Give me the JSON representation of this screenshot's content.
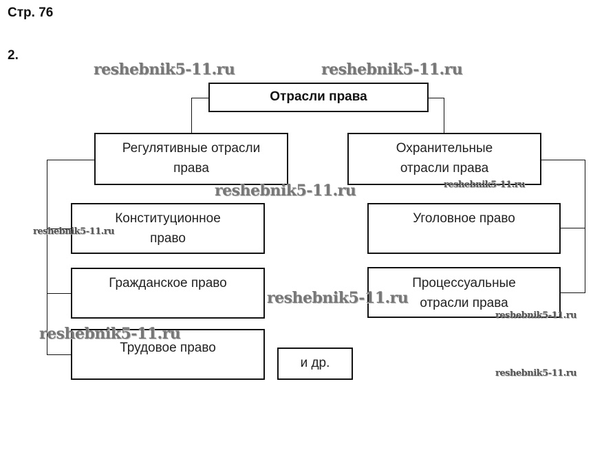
{
  "page_label": "Стр. 76",
  "task_number": "2.",
  "watermark": "reshebnik5-11.ru",
  "diagram": {
    "root": "Отрасли права",
    "regulative": {
      "title": "Регулятивные отрасли права",
      "children": [
        "Конституционное право",
        "Гражданское право",
        "Трудовое право"
      ]
    },
    "protective": {
      "title": "Охранительные отрасли права",
      "children": [
        "Уголовное право",
        "Процессуальные отрасли права"
      ]
    },
    "etc": "и др."
  }
}
